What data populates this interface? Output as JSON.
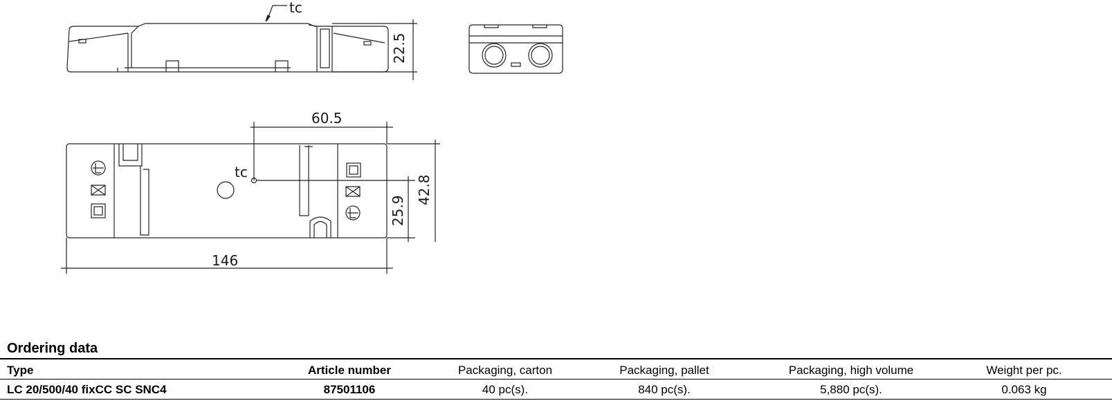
{
  "drawing": {
    "labels": {
      "tc_top": "tc",
      "height_side": "22.5",
      "dim_tc_offset": "60.5",
      "tc_plan": "tc",
      "dim_width": "42.8",
      "dim_tc_y": "25.9",
      "dim_length": "146"
    }
  },
  "ordering": {
    "title": "Ordering data",
    "headers": {
      "type": "Type",
      "article": "Article number",
      "carton": "Packaging, carton",
      "pallet": "Packaging, pallet",
      "high_volume": "Packaging, high volume",
      "weight": "Weight per pc."
    },
    "rows": [
      {
        "type": "LC 20/500/40 fixCC SC SNC4",
        "article": "87501106",
        "carton": "40 pc(s).",
        "pallet": "840 pc(s).",
        "high_volume": "5,880 pc(s).",
        "weight": "0.063 kg"
      }
    ]
  }
}
